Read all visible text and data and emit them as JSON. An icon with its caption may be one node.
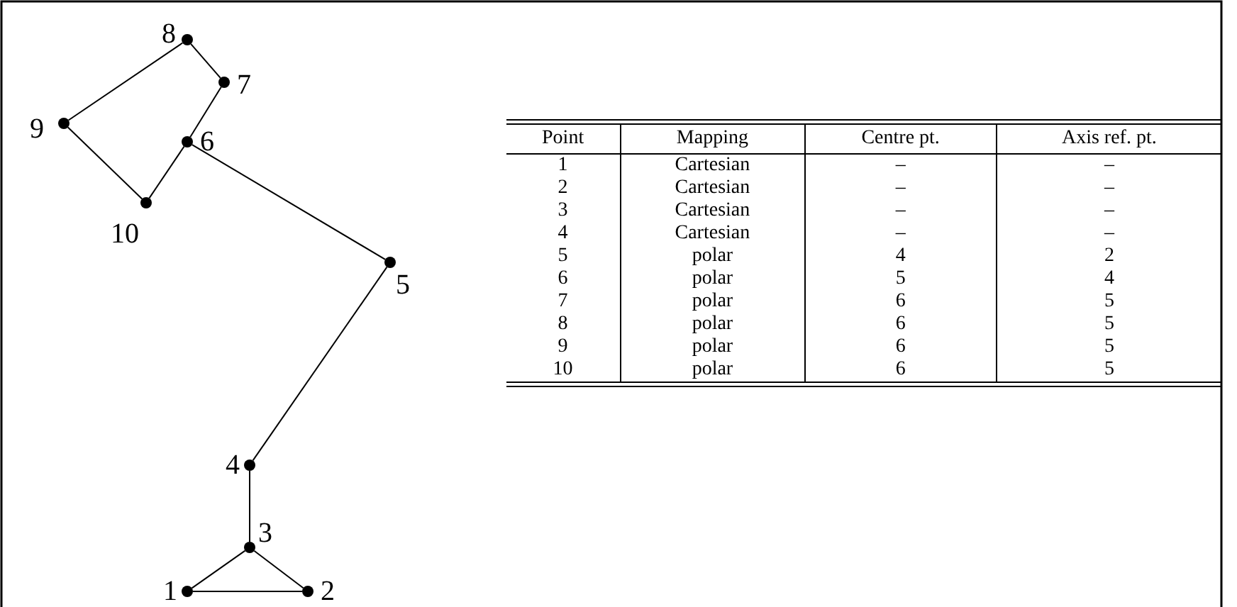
{
  "diagram": {
    "nodes": [
      {
        "text": [],
        "shape": "circle",
        "beside": [
          "1"
        ]
      },
      {
        "text": [],
        "shape": "circle",
        "beside": [
          "2"
        ]
      },
      {
        "text": [],
        "shape": "circle",
        "beside": [
          "3"
        ]
      },
      {
        "text": [],
        "shape": "circle",
        "beside": [
          "4"
        ]
      },
      {
        "text": [],
        "shape": "circle",
        "beside": [
          "5"
        ]
      },
      {
        "text": [],
        "shape": "circle",
        "beside": [
          "6"
        ]
      },
      {
        "text": [],
        "shape": "circle",
        "beside": [
          "7"
        ]
      },
      {
        "text": [],
        "shape": "circle",
        "beside": [
          "8"
        ]
      },
      {
        "text": [],
        "shape": "circle",
        "beside": [
          "9"
        ]
      },
      {
        "text": [],
        "shape": "circle",
        "beside": [
          "10"
        ]
      }
    ],
    "edges": [
      {
        "from": 0,
        "to": 1,
        "arrow": "none"
      },
      {
        "from": 1,
        "to": 2,
        "arrow": "none"
      },
      {
        "from": 2,
        "to": 0,
        "arrow": "none"
      },
      {
        "from": 2,
        "to": 3,
        "arrow": "none"
      },
      {
        "from": 3,
        "to": 4,
        "arrow": "none"
      },
      {
        "from": 4,
        "to": 5,
        "arrow": "none"
      },
      {
        "from": 5,
        "to": 6,
        "arrow": "none"
      },
      {
        "from": 6,
        "to": 7,
        "arrow": "none"
      },
      {
        "from": 7,
        "to": 8,
        "arrow": "none"
      },
      {
        "from": 8,
        "to": 9,
        "arrow": "none"
      },
      {
        "from": 9,
        "to": 5,
        "arrow": "none"
      }
    ],
    "labels": [
      "Point",
      "Mapping",
      "Centre pt.",
      "Axis ref. pt.",
      "1",
      "Cartesian",
      "–",
      "–",
      "2",
      "Cartesian",
      "–",
      "–",
      "3",
      "Cartesian",
      "–",
      "–",
      "4",
      "Cartesian",
      "–",
      "–",
      "5",
      "polar",
      "4",
      "2",
      "6",
      "polar",
      "5",
      "4",
      "7",
      "polar",
      "6",
      "5",
      "8",
      "polar",
      "6",
      "5",
      "9",
      "polar",
      "6",
      "5",
      "10",
      "polar",
      "6",
      "5"
    ]
  }
}
